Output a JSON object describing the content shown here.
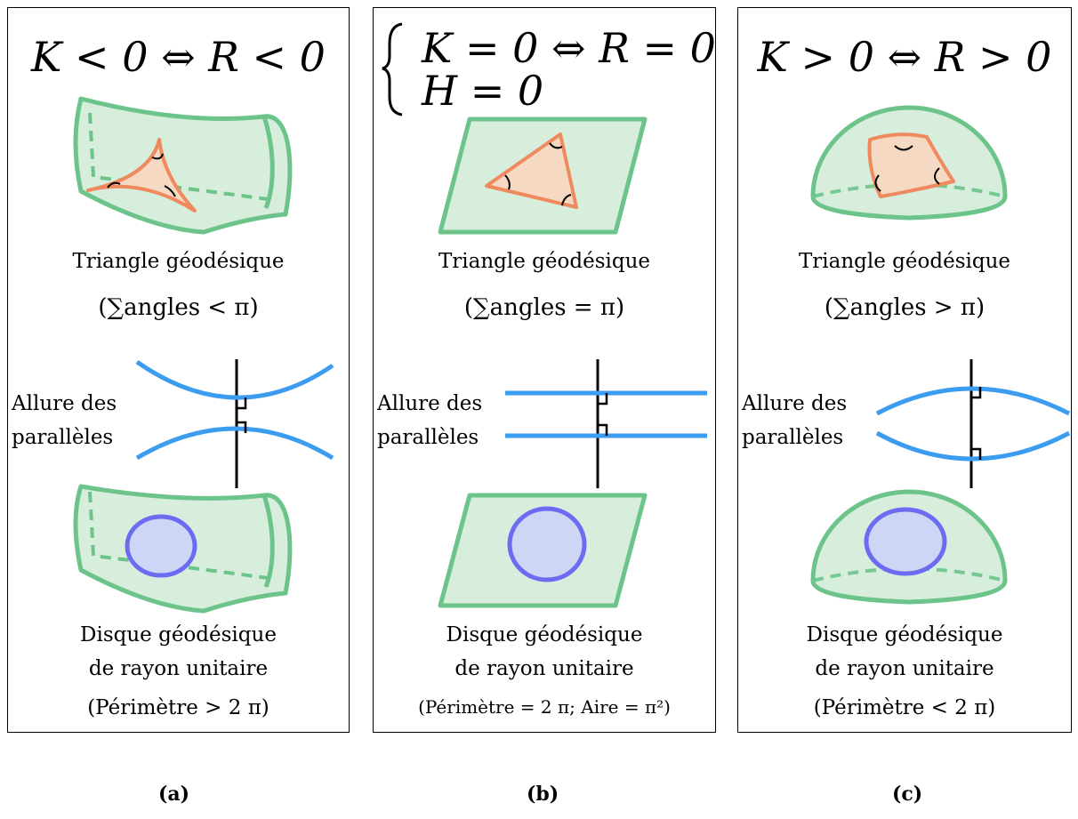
{
  "panels": [
    {
      "id": "a",
      "header": "K < 0 ⇔ R < 0",
      "triangle_caption": "Triangle géodésique",
      "triangle_condition": "(∑angles < π)",
      "parallels_label_1": "Allure des",
      "parallels_label_2": "parallèles",
      "disk_caption_1": "Disque géodésique",
      "disk_caption_2": "de rayon unitaire",
      "disk_condition": "(Périmètre > 2 π)",
      "label": "(a)"
    },
    {
      "id": "b",
      "header_line1": "K = 0 ⇔ R = 0",
      "header_line2": "H = 0",
      "triangle_caption": "Triangle géodésique",
      "triangle_condition": "(∑angles = π)",
      "parallels_label_1": "Allure des",
      "parallels_label_2": "parallèles",
      "disk_caption_1": "Disque géodésique",
      "disk_caption_2": "de rayon unitaire",
      "disk_condition": "(Périmètre = 2 π; Aire = π²)",
      "label": "(b)"
    },
    {
      "id": "c",
      "header": "K > 0 ⇔ R > 0",
      "triangle_caption": "Triangle géodésique",
      "triangle_condition": "(∑angles > π)",
      "parallels_label_1": "Allure des",
      "parallels_label_2": "parallèles",
      "disk_caption_1": "Disque géodésique",
      "disk_caption_2": "de rayon unitaire",
      "disk_condition": "(Périmètre < 2 π)",
      "label": "(c)"
    }
  ],
  "colors": {
    "surface_fill": "#d7eedd",
    "surface_stroke": "#6cc48a",
    "triangle_fill": "#f5d9c2",
    "triangle_stroke": "#ee8a5d",
    "parallel_line": "#3b9cf0",
    "disk_fill": "#cdd6f4",
    "disk_stroke": "#6b6cf2",
    "axis": "#000000"
  }
}
